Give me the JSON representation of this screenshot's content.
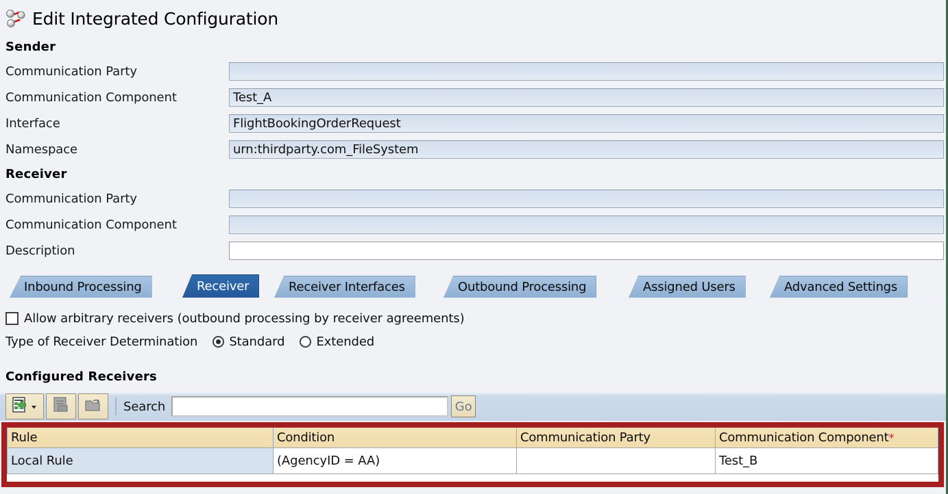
{
  "window": {
    "title": "Edit Integrated Configuration",
    "title_icon": "integrated-configuration-icon"
  },
  "sender": {
    "heading": "Sender",
    "fields": [
      {
        "label": "Communication Party",
        "value": "",
        "editable": false
      },
      {
        "label": "Communication Component",
        "value": "Test_A",
        "editable": false
      },
      {
        "label": "Interface",
        "value": "FlightBookingOrderRequest",
        "editable": false
      },
      {
        "label": "Namespace",
        "value": "urn:thirdparty.com_FileSystem",
        "editable": false
      }
    ]
  },
  "receiver": {
    "heading": "Receiver",
    "fields": [
      {
        "label": "Communication Party",
        "value": "",
        "editable": false
      },
      {
        "label": "Communication Component",
        "value": "",
        "editable": false
      },
      {
        "label": "Description",
        "value": "",
        "editable": true
      }
    ]
  },
  "tabs": [
    {
      "label": "Inbound Processing",
      "active": false
    },
    {
      "label": "Receiver",
      "active": true
    },
    {
      "label": "Receiver Interfaces",
      "active": false
    },
    {
      "label": "Outbound Processing",
      "active": false
    },
    {
      "label": "Assigned Users",
      "active": false
    },
    {
      "label": "Advanced Settings",
      "active": false
    }
  ],
  "options": {
    "allow_arbitrary_label": "Allow arbitrary receivers (outbound processing by receiver agreements)",
    "allow_arbitrary_checked": false,
    "determination_label": "Type of Receiver Determination",
    "determination_options": [
      {
        "label": "Standard",
        "selected": true
      },
      {
        "label": "Extended",
        "selected": false
      }
    ]
  },
  "configured_receivers": {
    "heading": "Configured Receivers",
    "toolbar": {
      "add_icon": "new-rule-icon",
      "add_dropdown_icon": "chevron-down-icon",
      "delete_icon": "delete-rule-icon",
      "open_icon": "open-folder-icon",
      "search_label": "Search",
      "search_value": "",
      "go_label": "Go"
    },
    "table": {
      "columns": [
        {
          "label": "Rule",
          "required": false
        },
        {
          "label": "Condition",
          "required": false
        },
        {
          "label": "Communication Party",
          "required": false
        },
        {
          "label": "Communication Component",
          "required": true
        }
      ],
      "required_marker": "*",
      "rows": [
        {
          "rule": "Local Rule",
          "condition": "(AgencyID = AA)",
          "communication_party": "",
          "communication_component": "Test_B"
        }
      ]
    }
  },
  "colors": {
    "annotation_red": "#a61f20",
    "active_tab_blue": "#2a63a5",
    "tab_blue": "#9dbbdb",
    "header_tan": "#f0dcab",
    "readonly_field": "#d9e3ef",
    "required_red": "#cc2222"
  }
}
